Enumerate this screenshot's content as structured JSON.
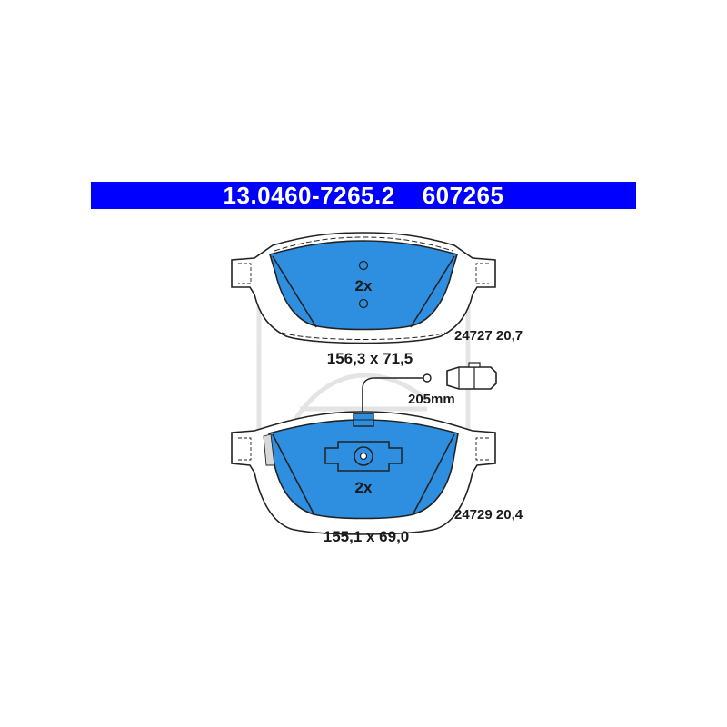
{
  "header": {
    "part_number": "13.0460-7265.2",
    "ref_number": "607265"
  },
  "colors": {
    "banner": "#0000ff",
    "pad_fill": "#2e8fe0",
    "outline": "#222222"
  },
  "pads": [
    {
      "quantity": "2x",
      "dimensions": "156,3 x 71,5",
      "spec": "24727 20,7"
    },
    {
      "quantity": "2x",
      "dimensions": "155,1 x 69,0",
      "spec": "24729 20,4",
      "sensor_length": "205mm"
    }
  ]
}
